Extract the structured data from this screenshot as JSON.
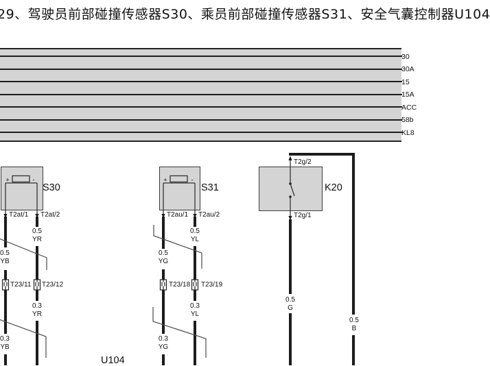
{
  "title": "29、驾驶员前部碰撞传感器S30、乘员前部碰撞传感器S31、安全气囊控制器U104",
  "colors": {
    "band_fill": "#d4d4d4",
    "component_fill": "#d4d4d4",
    "wire": "#1c1c1c",
    "connector_fill": "#ffffff"
  },
  "bus_bars": {
    "labels": [
      "30",
      "30A",
      "15",
      "15A",
      "ACC",
      "58b",
      "KL8"
    ]
  },
  "symbols": {
    "plus": "+",
    "minus": "-"
  },
  "sensors": [
    {
      "id": "S30",
      "pin_left": "T2at/1",
      "pin_right": "T2at/2",
      "wire_right_upper": {
        "size": "0.5",
        "color": "YR"
      },
      "wire_left_upper": {
        "size": "0.5",
        "color": "YB"
      },
      "connector_left": "T23/11",
      "connector_right": "T23/12",
      "wire_right_lower": {
        "size": "0.3",
        "color": "YR"
      },
      "wire_left_lower": {
        "size": "0.3",
        "color": "YB"
      }
    },
    {
      "id": "S31",
      "pin_left": "T2au/1",
      "pin_right": "T2au/2",
      "wire_right_upper": {
        "size": "0.5",
        "color": "YL"
      },
      "wire_left_upper": {
        "size": "0.5",
        "color": "YG"
      },
      "connector_left": "T23/18",
      "connector_right": "T23/19",
      "wire_right_lower": {
        "size": "0.3",
        "color": "YL"
      },
      "wire_left_lower": {
        "size": "0.3",
        "color": "YG"
      }
    }
  ],
  "relay": {
    "id": "K20",
    "pin_top": "T2g/2",
    "pin_bottom": "T2g/1",
    "wire_down": {
      "size": "0.5",
      "color": "G"
    },
    "wire_right": {
      "size": "0.5",
      "color": "B"
    }
  },
  "controller": {
    "id": "U104"
  }
}
